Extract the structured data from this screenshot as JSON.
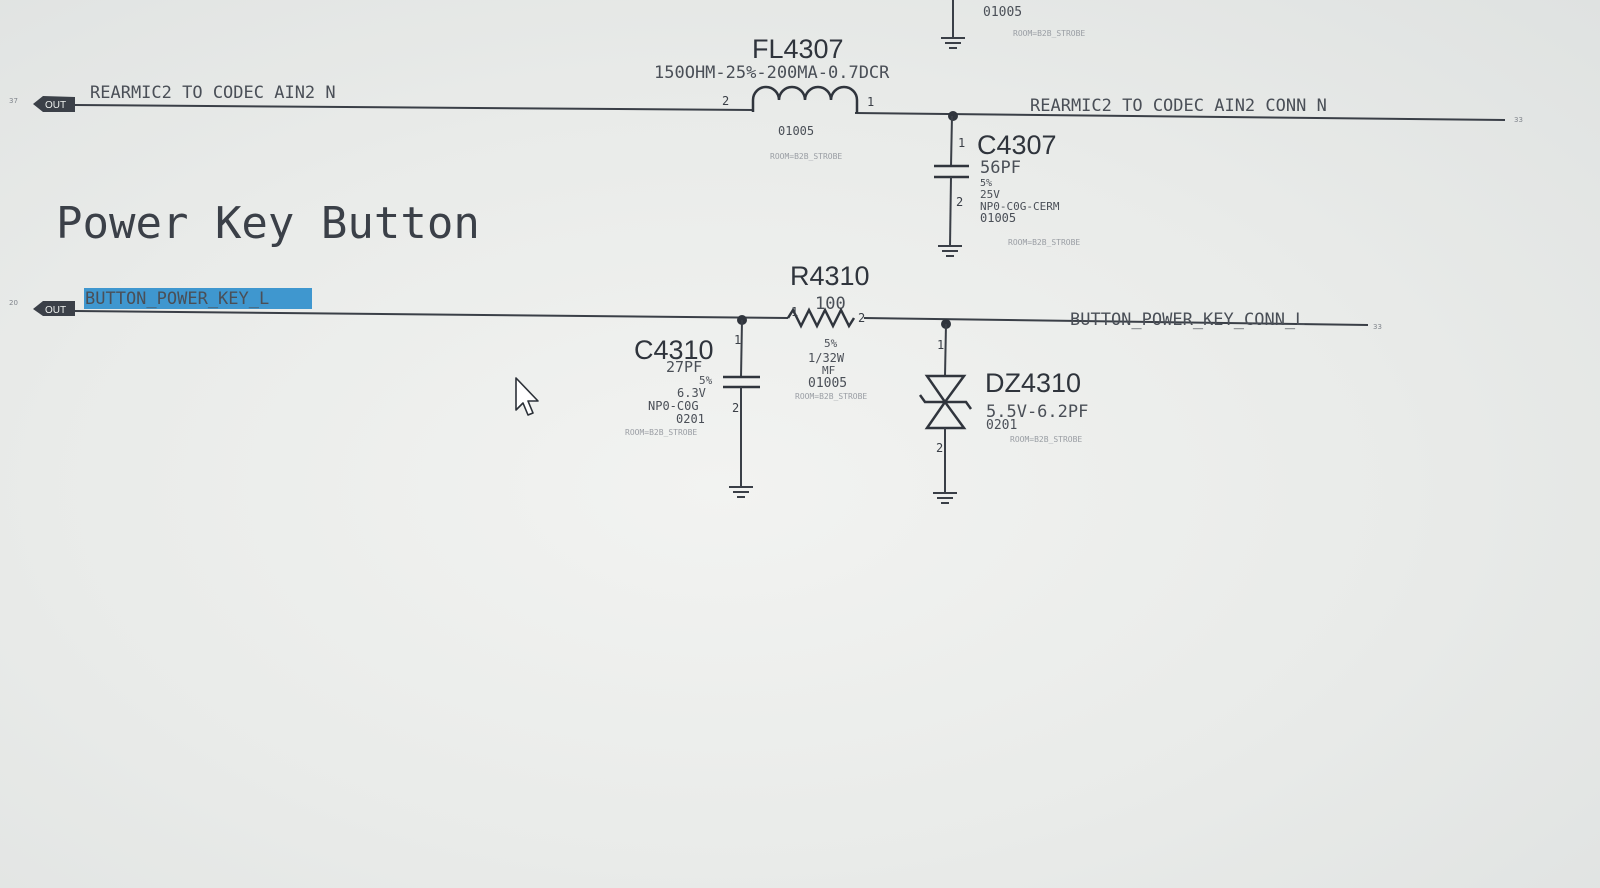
{
  "section_title": "Power Key Button",
  "top_partial_code": "01005",
  "top_partial_room": "ROOM=B2B_STROBE",
  "net_top_left": "REARMIC2 TO CODEC AIN2 N",
  "net_top_right": "REARMIC2 TO CODEC AIN2 CONN N",
  "net_bottom_left": "BUTTON_POWER_KEY_L",
  "net_bottom_right": "BUTTON_POWER_KEY_CONN_L",
  "port_label": "OUT",
  "sheet_ref_top_left": "37",
  "sheet_ref_top_right": "33",
  "sheet_ref_bottom_left": "20",
  "sheet_ref_bottom_right": "33",
  "fl4307": {
    "ref": "FL4307",
    "value": "150OHM-25%-200MA-0.7DCR",
    "pkg": "01005",
    "room": "ROOM=B2B_STROBE",
    "pin_left": "2",
    "pin_right": "1"
  },
  "c4307": {
    "ref": "C4307",
    "value": "56PF",
    "tol": "5%",
    "voltage": "25V",
    "dielectric": "NP0-C0G-CERM",
    "pkg": "01005",
    "room": "ROOM=B2B_STROBE",
    "pin1": "1",
    "pin2": "2"
  },
  "r4310": {
    "ref": "R4310",
    "value": "100",
    "tol": "5%",
    "power": "1/32W",
    "type": "MF",
    "pkg": "01005",
    "room": "ROOM=B2B_STROBE",
    "pin1": "1",
    "pin2": "2"
  },
  "c4310": {
    "ref": "C4310",
    "value": "27PF",
    "tol": "5%",
    "voltage": "6.3V",
    "dielectric": "NP0-C0G",
    "pkg": "0201",
    "room": "ROOM=B2B_STROBE",
    "pin1": "1",
    "pin2": "2"
  },
  "dz4310": {
    "ref": "DZ4310",
    "value": "5.5V-6.2PF",
    "pkg": "0201",
    "room": "ROOM=B2B_STROBE",
    "pin1": "1",
    "pin2": "2"
  }
}
